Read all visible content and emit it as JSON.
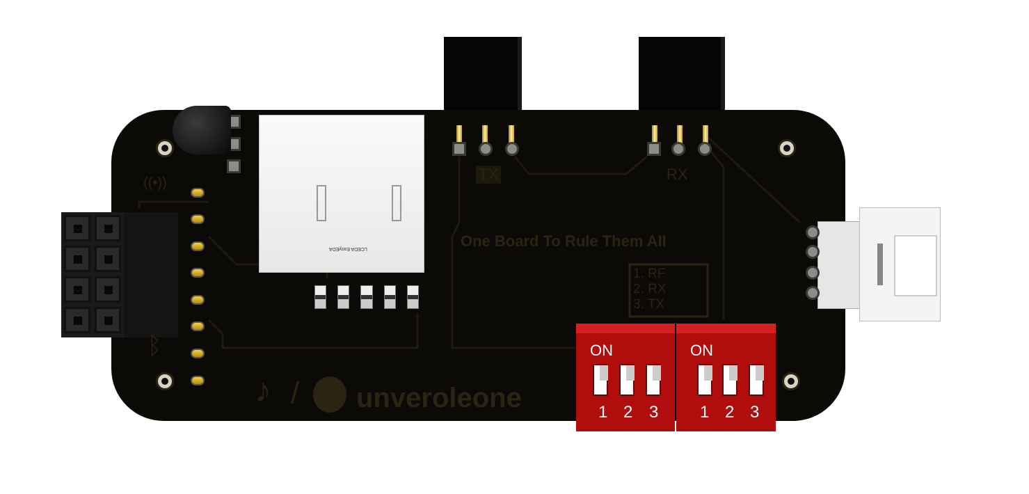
{
  "board": {
    "title": "One Board To Rule Them All",
    "legend": [
      "1. RF",
      "2. RX",
      "3. TX"
    ],
    "tx_label": "TX",
    "rx_label": "RX",
    "author": "unveroleone",
    "sd_logo": "LCEDA EasyEDA",
    "colors": {
      "board": "#0b0a06",
      "silkscreen": "#2b2413",
      "dip": "#b00d0d",
      "gold": "#e8c040"
    }
  },
  "dip_switches": [
    {
      "label": "ON",
      "numbers": [
        "1",
        "2",
        "3"
      ]
    },
    {
      "label": "ON",
      "numbers": [
        "1",
        "2",
        "3"
      ]
    }
  ],
  "icons": [
    "wifi-icon",
    "bluetooth-icon",
    "tiktok-icon",
    "github-icon"
  ]
}
